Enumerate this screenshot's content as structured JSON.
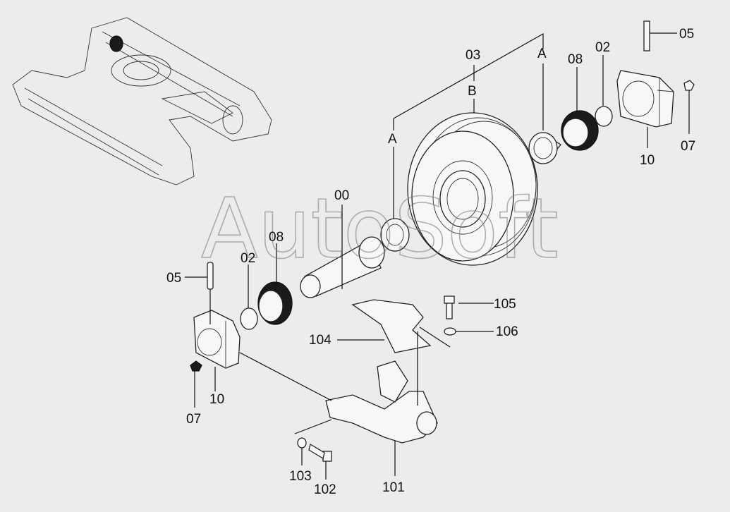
{
  "watermark": "AutoSoft",
  "labels": {
    "p00": "00",
    "p02_top": "02",
    "p02_left": "02",
    "p03": "03",
    "p05_top": "05",
    "p05_left": "05",
    "p07_right": "07",
    "p07_left": "07",
    "p08_top": "08",
    "p08_left": "08",
    "p10_right": "10",
    "p10_left": "10",
    "p101": "101",
    "p102": "102",
    "p103": "103",
    "p104": "104",
    "p105": "105",
    "p106": "106",
    "ref_a_top": "A",
    "ref_a_left": "A",
    "ref_b": "B"
  }
}
